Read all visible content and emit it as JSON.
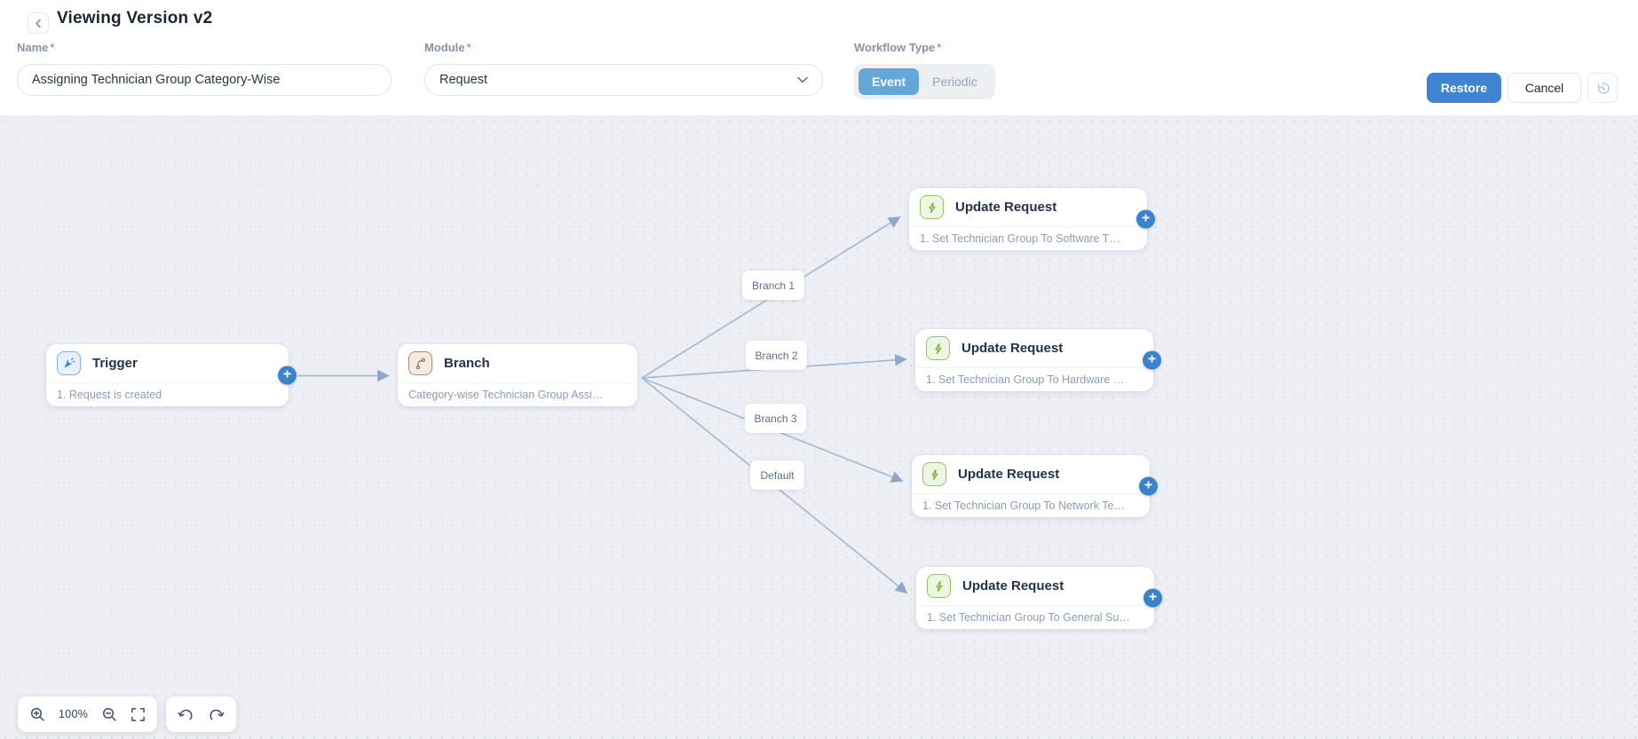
{
  "header": {
    "title": "Viewing Version v2",
    "name_field": {
      "label": "Name",
      "required_mark": "*",
      "value": "Assigning Technician Group Category-Wise"
    },
    "module_field": {
      "label": "Module",
      "required_mark": "*",
      "value": "Request"
    },
    "workflow_type_field": {
      "label": "Workflow Type",
      "required_mark": "*",
      "event_label": "Event",
      "periodic_label": "Periodic",
      "selected": "Event"
    },
    "restore_label": "Restore",
    "cancel_label": "Cancel"
  },
  "canvas": {
    "plus_glyph": "+",
    "nodes": [
      {
        "title": "Trigger",
        "subtitle": "1. Request is created",
        "icon": "trigger-icon"
      },
      {
        "title": "Branch",
        "subtitle": "Category-wise Technician Group Assi…",
        "icon": "branch-icon"
      },
      {
        "title": "Update Request",
        "subtitle": "1. Set Technician Group To Software T…",
        "icon": "bolt-icon"
      },
      {
        "title": "Update Request",
        "subtitle": "1. Set Technician Group To Hardware …",
        "icon": "bolt-icon"
      },
      {
        "title": "Update Request",
        "subtitle": "1. Set Technician Group To Network Te…",
        "icon": "bolt-icon"
      },
      {
        "title": "Update Request",
        "subtitle": "1. Set Technician Group To General Su…",
        "icon": "bolt-icon"
      }
    ],
    "edge_labels": [
      {
        "label": "Branch 1"
      },
      {
        "label": "Branch 2"
      },
      {
        "label": "Branch 3"
      },
      {
        "label": "Default"
      }
    ]
  },
  "controls": {
    "zoom_level": "100%"
  },
  "colors": {
    "accent_blue": "#4084cf",
    "toggle_selected_blue": "#64a7da",
    "plus_blue": "#3b82cd",
    "edge_line": "#a6bad4",
    "canvas_bg": "#edeff4",
    "trigger_icon": "#3c87d0",
    "branch_icon": "#9c7355",
    "bolt_icon": "#6fae2c"
  }
}
